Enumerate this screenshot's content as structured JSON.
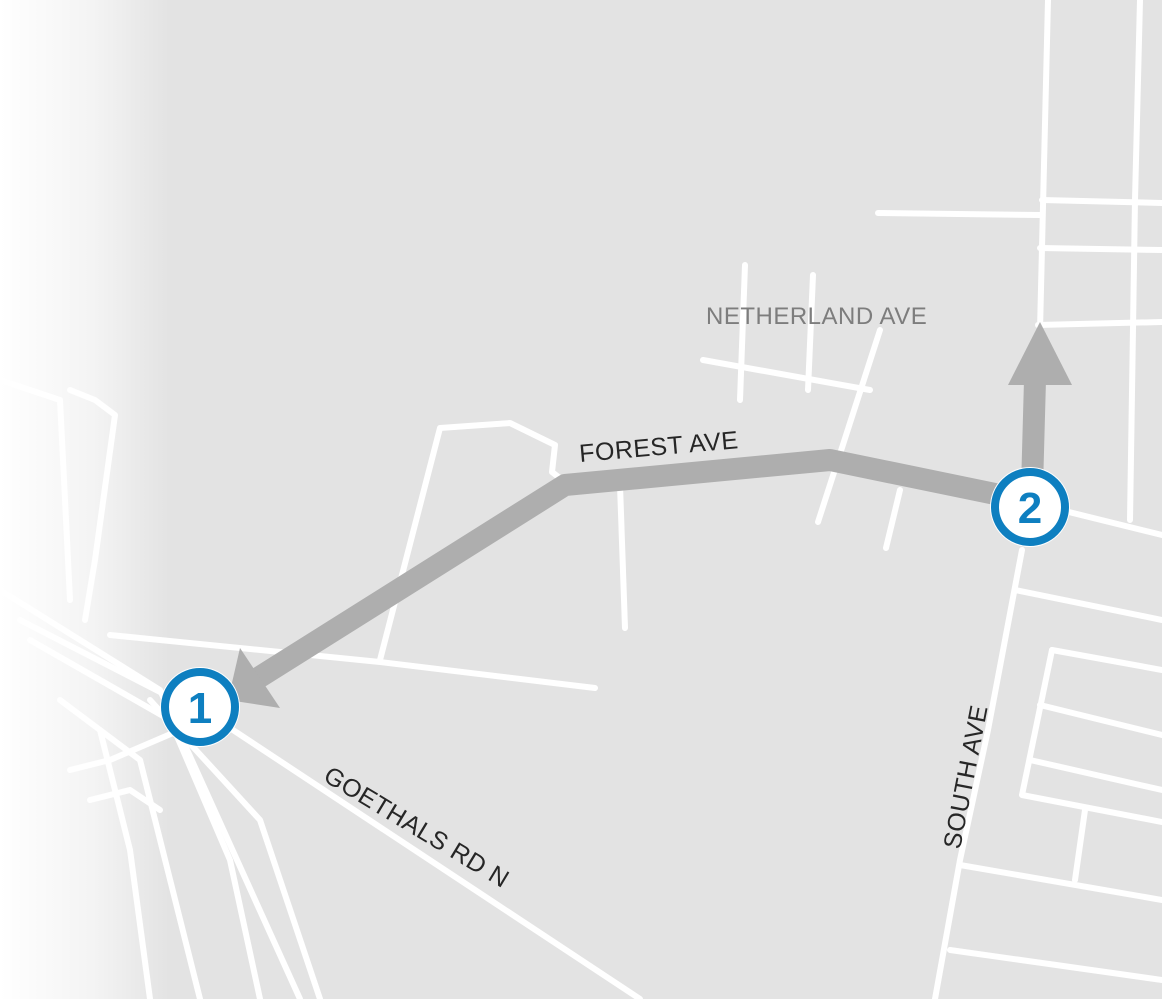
{
  "colors": {
    "land": "#e3e3e3",
    "road": "#ffffff",
    "route": "#aeaeae",
    "marker_accent": "#0e7fc0",
    "label_dark": "#262626",
    "label_grey": "#7d7d7d"
  },
  "streets": {
    "netherland_ave": "NETHERLAND AVE",
    "forest_ave": "FOREST AVE",
    "south_ave": "SOUTH AVE",
    "goethals_rd_n": "GOETHALS RD N"
  },
  "markers": {
    "start": "1",
    "end": "2"
  },
  "icons": {
    "route_arrow_start": "arrowhead-icon",
    "route_arrow_end": "arrowhead-icon"
  }
}
